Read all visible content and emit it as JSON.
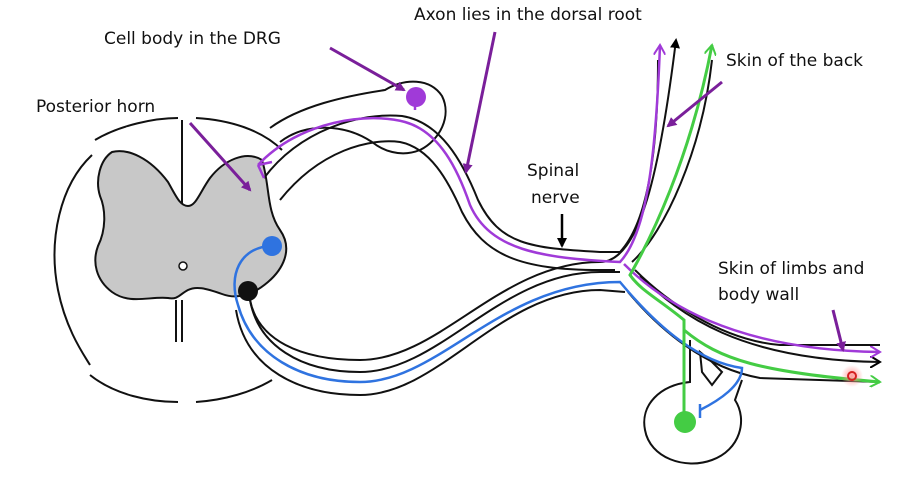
{
  "labels": {
    "cell_body": "Cell body in the DRG",
    "axon": "Axon lies in the dorsal root",
    "posterior_horn": "Posterior horn",
    "skin_back": "Skin of the back",
    "spinal_nerve_line1": "Spinal",
    "spinal_nerve_line2": "nerve",
    "skin_limbs_line1": "Skin of limbs and",
    "skin_limbs_line2": "body wall"
  },
  "colors": {
    "purple": "#a03ad8",
    "blue": "#2f73e0",
    "green": "#44cc44",
    "arrow": "#7a1f9a",
    "gray": "#c8c8c8",
    "outline": "#111111"
  }
}
